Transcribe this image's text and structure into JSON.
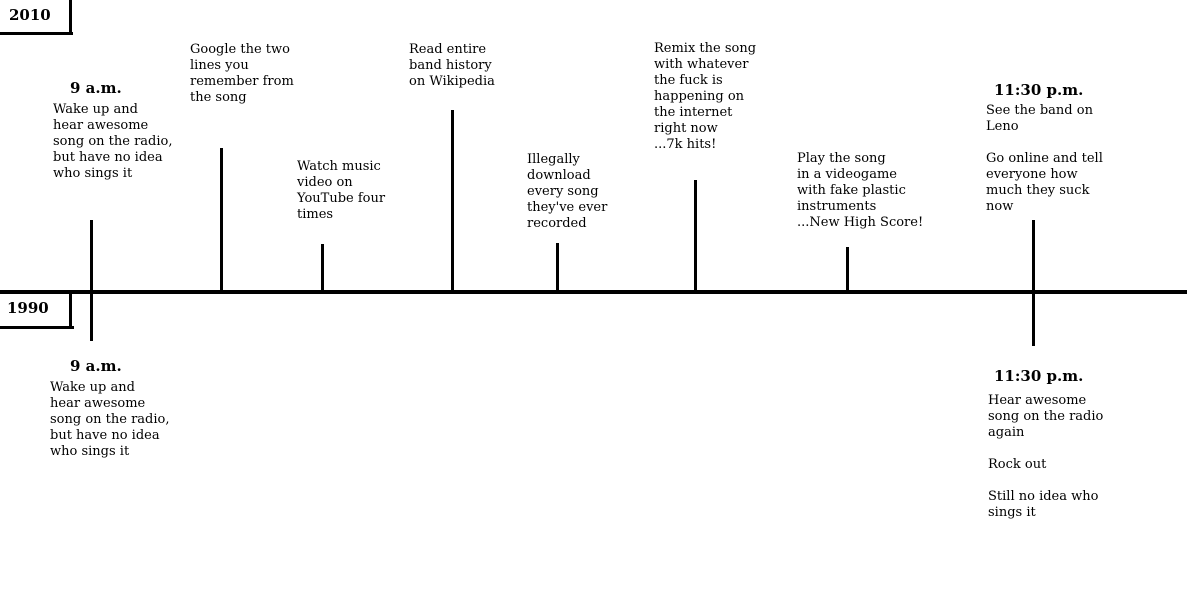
{
  "years": {
    "top": "2010",
    "bottom": "1990"
  },
  "top_events": [
    {
      "time": "9 a.m.",
      "text": "Wake up and\nhear awesome\nsong on the radio,\nbut have no idea\nwho sings it"
    },
    {
      "text": "Google the two\nlines you\nremember from\nthe song"
    },
    {
      "text": "Watch music\nvideo on\nYouTube four\ntimes"
    },
    {
      "text": "Read entire\nband history\non Wikipedia"
    },
    {
      "text": "Illegally\ndownload\nevery song\nthey've ever\nrecorded"
    },
    {
      "text": "Remix the song\nwith whatever\nthe fuck is\nhappening on\nthe internet\nright now\n   ...7k hits!"
    },
    {
      "text": "Play the song\nin a videogame\nwith fake plastic\ninstruments\n...New High Score!"
    },
    {
      "time": "11:30 p.m.",
      "text": "See the band on\nLeno\n\nGo online and tell\neveryone how\nmuch they suck\nnow"
    }
  ],
  "bottom_events": [
    {
      "time": "9 a.m.",
      "text": "Wake up and\nhear awesome\nsong on the radio,\nbut have no idea\nwho sings it"
    },
    {
      "time": "11:30 p.m.",
      "text": "Hear awesome\nsong on the radio\nagain\n\nRock out\n\nStill no idea who\nsings it"
    }
  ]
}
